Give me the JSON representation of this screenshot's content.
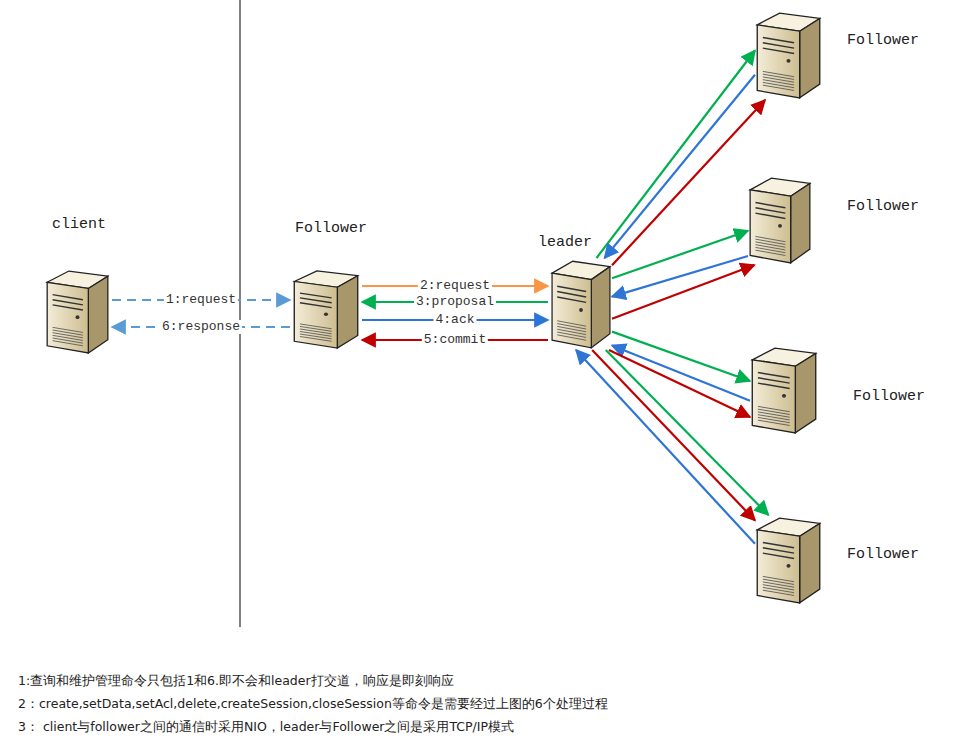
{
  "diagram": {
    "nodes": [
      {
        "text": [
          "client"
        ]
      },
      {
        "text": [
          "Follower"
        ]
      },
      {
        "text": [
          "leader"
        ]
      },
      {
        "text": [
          "Follower"
        ]
      },
      {
        "text": [
          "Follower"
        ]
      },
      {
        "text": [
          "Follower"
        ]
      },
      {
        "text": [
          "Follower"
        ]
      }
    ],
    "edges": [
      {
        "from": 0,
        "to": 1,
        "label": "1:request",
        "arrow": "to"
      },
      {
        "from": 1,
        "to": 0,
        "label": "6:response",
        "arrow": "to"
      },
      {
        "from": 1,
        "to": 2,
        "label": "2:request",
        "arrow": "to"
      },
      {
        "from": 2,
        "to": 1,
        "label": "3:proposal",
        "arrow": "to"
      },
      {
        "from": 1,
        "to": 2,
        "label": "4:ack",
        "arrow": "to"
      },
      {
        "from": 2,
        "to": 1,
        "label": "5:commit",
        "arrow": "to"
      },
      {
        "from": 2,
        "to": 3,
        "arrow": "to"
      },
      {
        "from": 3,
        "to": 2,
        "arrow": "to"
      },
      {
        "from": 2,
        "to": 3,
        "arrow": "to"
      },
      {
        "from": 2,
        "to": 4,
        "arrow": "to"
      },
      {
        "from": 4,
        "to": 2,
        "arrow": "to"
      },
      {
        "from": 2,
        "to": 4,
        "arrow": "to"
      },
      {
        "from": 2,
        "to": 5,
        "arrow": "to"
      },
      {
        "from": 5,
        "to": 2,
        "arrow": "to"
      },
      {
        "from": 2,
        "to": 5,
        "arrow": "to"
      },
      {
        "from": 2,
        "to": 6,
        "arrow": "to"
      },
      {
        "from": 6,
        "to": 2,
        "arrow": "to"
      },
      {
        "from": 2,
        "to": 6,
        "arrow": "to"
      }
    ],
    "labels": [
      "1:查询和维护管理命令只包括1和6.即不会和leader打交道，响应是即刻响应",
      "2：create,setData,setAcl,delete,createSession,closeSession等命令是需要经过上图的6个处理过程",
      "3： client与follower之间的通信时采用NIO，leader与Follower之间是采用TCP/IP模式"
    ]
  }
}
